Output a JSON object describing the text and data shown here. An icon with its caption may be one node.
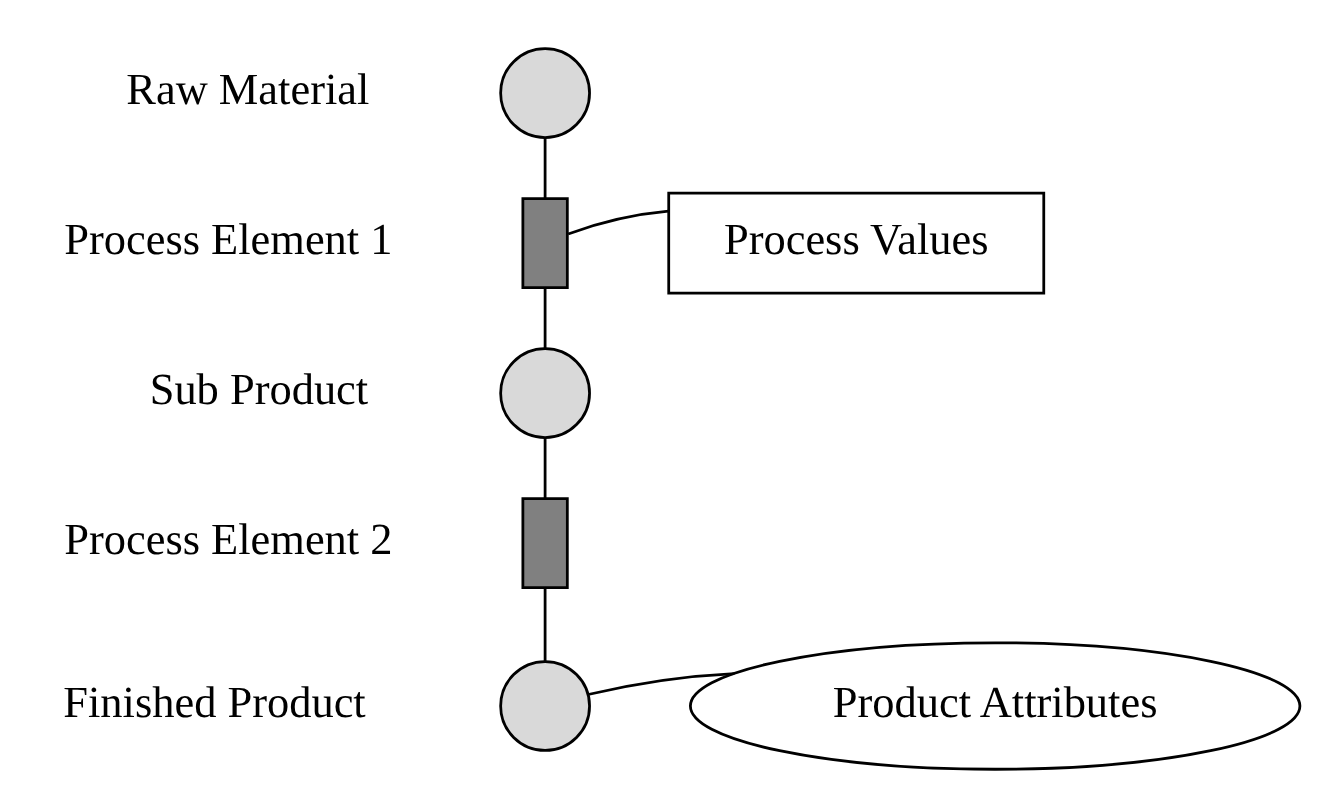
{
  "diagram": {
    "nodes": [
      {
        "text": [],
        "shape": "circle",
        "beside": [
          "Raw Material"
        ]
      },
      {
        "text": [],
        "shape": "box",
        "beside": [
          "Process Element 1"
        ]
      },
      {
        "text": [],
        "shape": "circle",
        "beside": [
          "Sub Product"
        ]
      },
      {
        "text": [],
        "shape": "box",
        "beside": [
          "Process Element 2"
        ]
      },
      {
        "text": [],
        "shape": "circle",
        "beside": [
          "Finished Product"
        ]
      },
      {
        "text": [
          "Process Values"
        ]
      },
      {
        "text": [
          "Product Attributes"
        ]
      }
    ],
    "edges": [
      {
        "from": 0,
        "to": 1,
        "arrow": "none"
      },
      {
        "from": 1,
        "to": 2,
        "arrow": "none"
      },
      {
        "from": 2,
        "to": 3,
        "arrow": "none"
      },
      {
        "from": 3,
        "to": 4,
        "arrow": "none"
      },
      {
        "from": 5,
        "to": 1,
        "arrow": "none"
      },
      {
        "from": 6,
        "to": 4,
        "arrow": "none"
      }
    ]
  }
}
